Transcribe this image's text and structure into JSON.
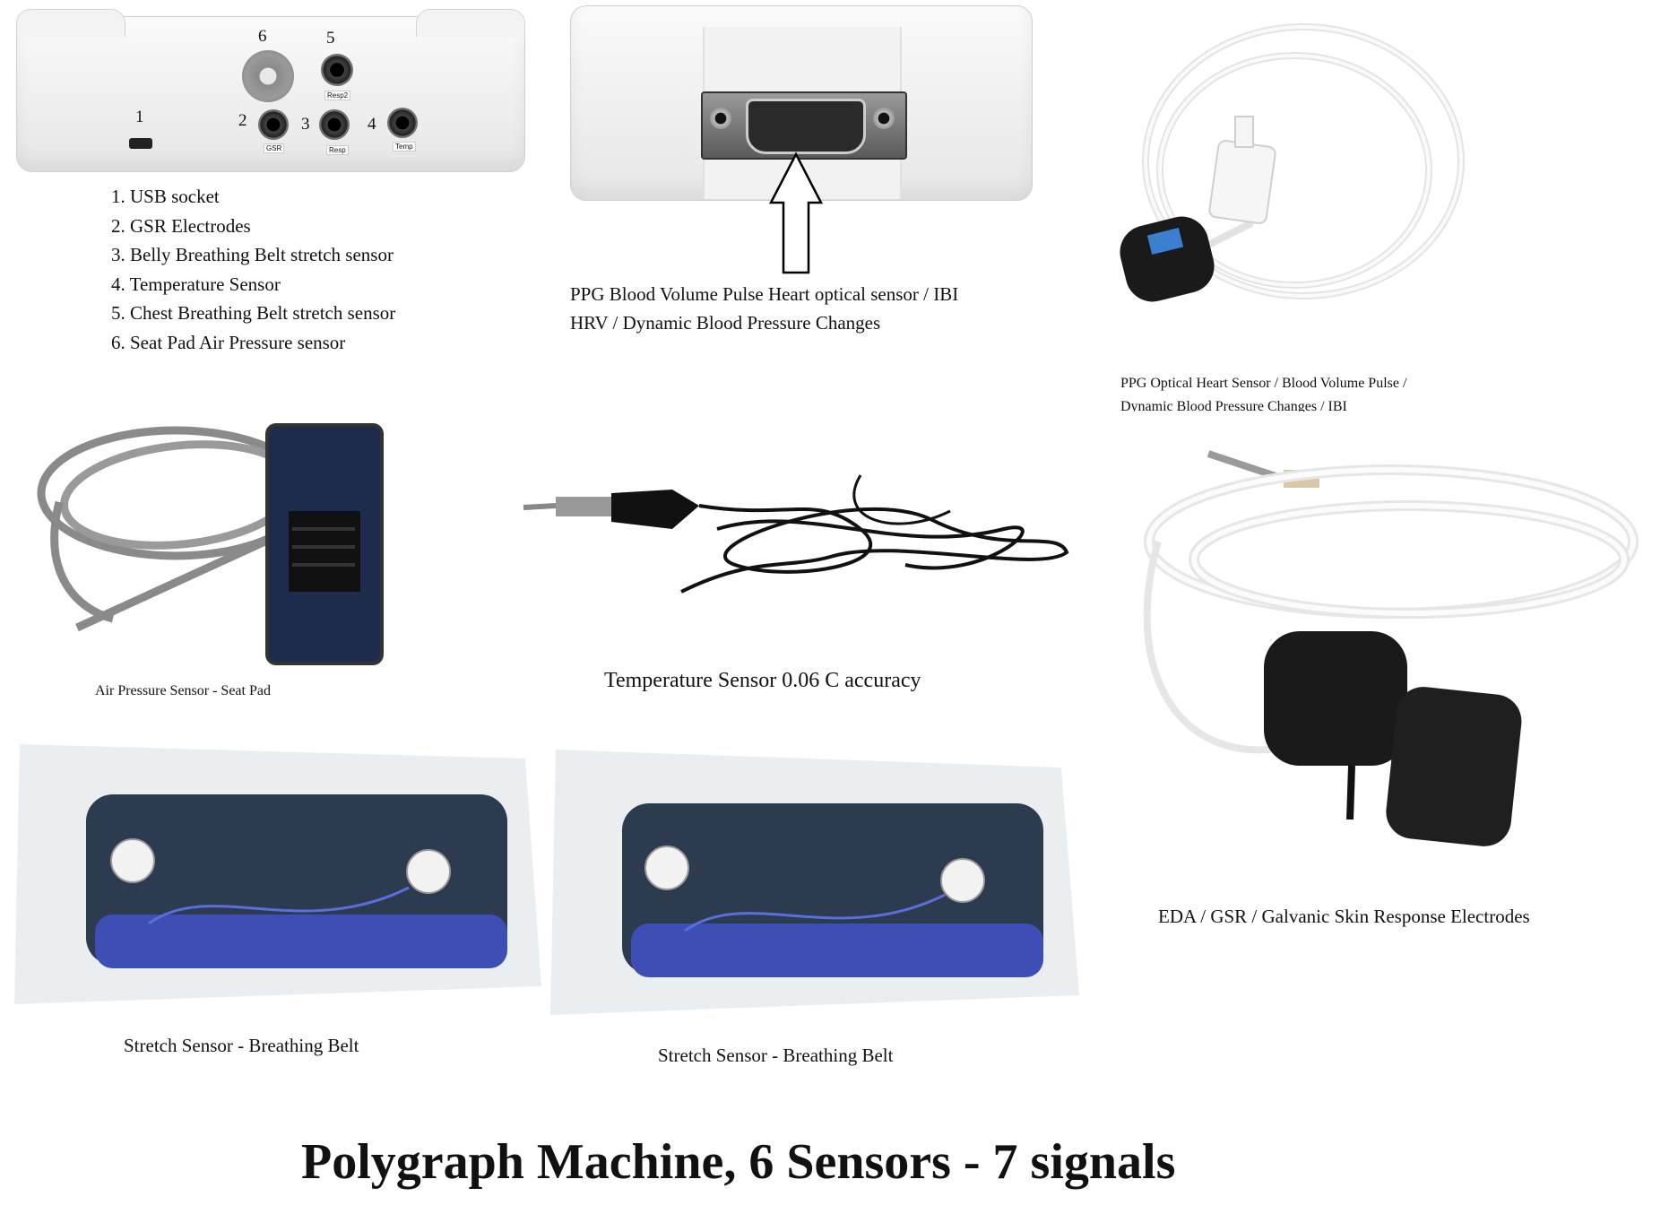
{
  "device_front": {
    "port_numbers": [
      "1",
      "2",
      "3",
      "4",
      "5",
      "6"
    ],
    "port_tags": [
      "GSR",
      "Resp",
      "Temp",
      "Resp2"
    ]
  },
  "legend_items": [
    "1. USB socket",
    "2. GSR Electrodes",
    "3. Belly Breathing Belt stretch sensor",
    "4. Temperature Sensor",
    "5. Chest Breathing Belt stretch sensor",
    "6. Seat Pad Air Pressure sensor"
  ],
  "captions": {
    "ppg_device_line1": "PPG Blood Volume Pulse Heart optical sensor / IBI",
    "ppg_device_line2": "HRV / Dynamic Blood Pressure Changes",
    "ppg_sensor_line1": "PPG Optical Heart Sensor / Blood Volume Pulse /",
    "ppg_sensor_line2": "Dynamic Blood Pressure Changes / IBI",
    "air_pressure": "Air Pressure Sensor - Seat Pad",
    "temperature": "Temperature Sensor 0.06 C accuracy",
    "eda": "EDA / GSR / Galvanic Skin Response Electrodes",
    "stretch_left": "Stretch Sensor - Breathing Belt",
    "stretch_right": "Stretch Sensor - Breathing Belt"
  },
  "title": "Polygraph Machine, 6 Sensors - 7 signals"
}
